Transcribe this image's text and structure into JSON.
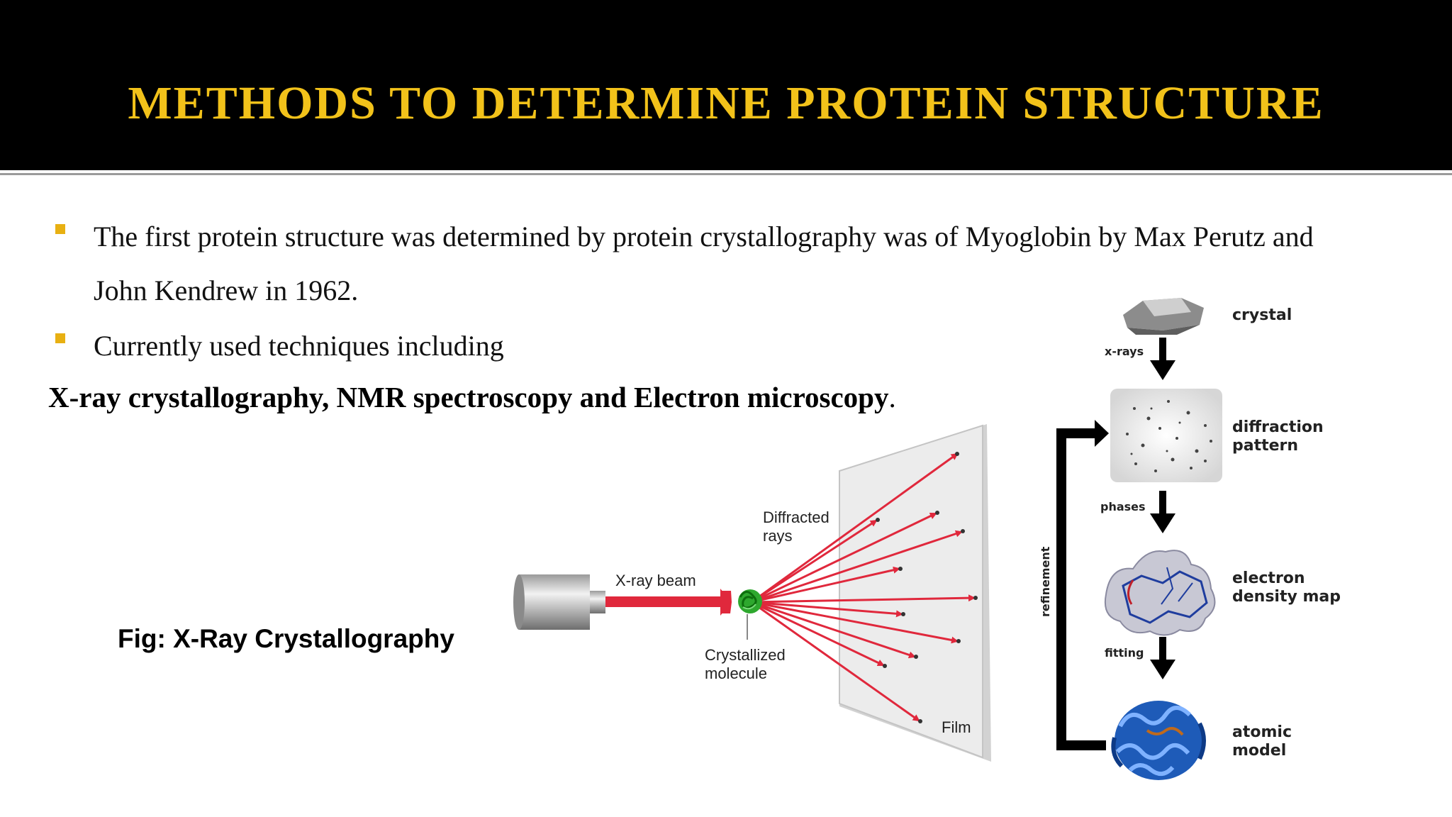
{
  "slide": {
    "title": "METHODS TO DETERMINE PROTEIN STRUCTURE",
    "bullets": [
      {
        "line1": "The first protein structure was determined by protein crystallography was of Myoglobin by Max Perutz and",
        "line2": "John Kendrew in 1962."
      },
      {
        "line1": "Currently used techniques including"
      }
    ],
    "techniques_bold": "X-ray crystallography, NMR spectroscopy and Electron microscopy",
    "techniques_period": ".",
    "figure_caption": "Fig: X-Ray Crystallography"
  },
  "diagram_xray": {
    "beam_label": "X-ray beam",
    "diffracted_label_1": "Diffracted",
    "diffracted_label_2": "rays",
    "molecule_label_1": "Crystallized",
    "molecule_label_2": "molecule",
    "film_label": "Film"
  },
  "diagram_pipeline": {
    "steps": [
      "crystal",
      "diffraction",
      "pattern",
      "electron",
      "density map",
      "atomic",
      "model"
    ],
    "arrows": [
      "x-rays",
      "phases",
      "fitting"
    ],
    "loop_label": "refinement"
  },
  "colors": {
    "title": "#f2c21a",
    "bullet": "#e8b012",
    "rays": "#e0283c",
    "title_bar": "#000000"
  }
}
